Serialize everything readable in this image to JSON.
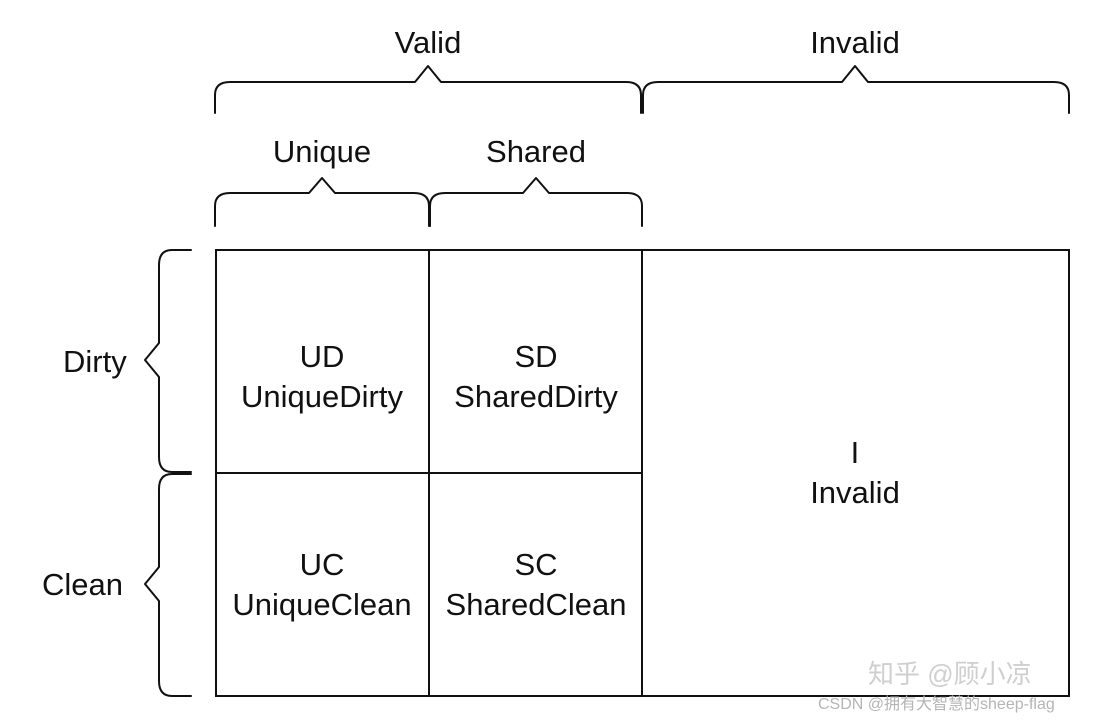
{
  "headers": {
    "valid": "Valid",
    "invalid": "Invalid",
    "unique": "Unique",
    "shared": "Shared"
  },
  "rows": {
    "dirty": "Dirty",
    "clean": "Clean"
  },
  "cells": {
    "ud": {
      "abbr": "UD",
      "name": "UniqueDirty"
    },
    "sd": {
      "abbr": "SD",
      "name": "SharedDirty"
    },
    "uc": {
      "abbr": "UC",
      "name": "UniqueClean"
    },
    "sc": {
      "abbr": "SC",
      "name": "SharedClean"
    },
    "i": {
      "abbr": "I",
      "name": "Invalid"
    }
  },
  "watermarks": {
    "zhihu": "知乎 @顾小凉",
    "csdn": "CSDN @拥有大智慧的sheep-flag"
  }
}
